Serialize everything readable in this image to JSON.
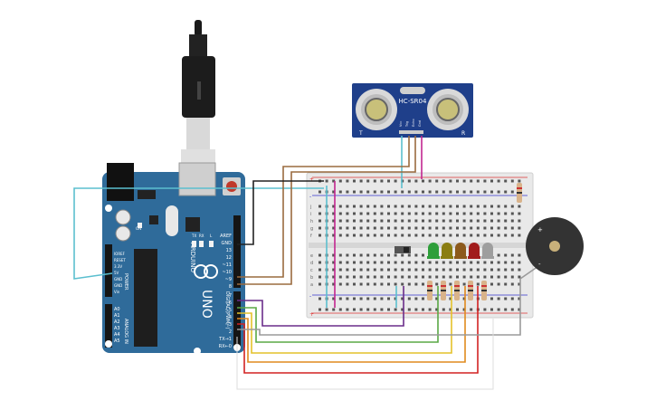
{
  "arduino": {
    "brand": "ARDUINO",
    "model": "UNO",
    "digital_label": "DIGITAL (PWM~)",
    "power_label": "POWER",
    "analog_label": "ANALOG IN",
    "on_label": "ON",
    "tx_label": "TX",
    "rx_label": "RX",
    "l_label": "L",
    "pins_top": [
      "AREF",
      "GND",
      "13",
      "12",
      "~11",
      "~10",
      "~9",
      "8"
    ],
    "pins_bottom": [
      "7",
      "~6",
      "~5",
      "4",
      "~3",
      "2",
      "TX→1",
      "RX←0"
    ],
    "power_pins": [
      "IOREF",
      "RESET",
      "3.3V",
      "5V",
      "GND",
      "GND",
      "Vin"
    ],
    "analog_pins": [
      "A0",
      "A1",
      "A2",
      "A3",
      "A4",
      "A5"
    ]
  },
  "sensor": {
    "label": "HC-SR04",
    "pins": [
      "Vcc",
      "Trig",
      "Echo",
      "Gnd"
    ],
    "left_mark": "T",
    "right_mark": "R"
  },
  "breadboard": {
    "row_letters_top": [
      "j",
      "i",
      "h",
      "g",
      "f"
    ],
    "row_letters_bottom": [
      "e",
      "d",
      "c",
      "b",
      "a"
    ],
    "rail_plus": "+",
    "rail_minus": "-"
  },
  "leds": [
    {
      "color": "#2e9e3a"
    },
    {
      "color": "#8a7d12"
    },
    {
      "color": "#8c5a1c"
    },
    {
      "color": "#a11c1c"
    },
    {
      "color": "#9e9e9e"
    }
  ],
  "buzzer": {
    "plus": "+",
    "minus": "-"
  },
  "colors": {
    "board": "#2f6b9a",
    "breadboard": "#e9e9e9",
    "wire_cyan": "#5bbfcf",
    "wire_brown": "#9a6b3f",
    "wire_black": "#222222",
    "wire_magenta": "#c2268f",
    "wire_purple": "#6a2d8a",
    "wire_green": "#5aa845",
    "wire_yellow": "#e4c22a",
    "wire_orange": "#e08a1e",
    "wire_red": "#d22222",
    "wire_gray": "#9a9a9a"
  }
}
